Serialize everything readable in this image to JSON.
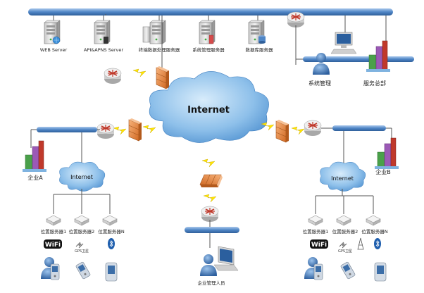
{
  "servers": {
    "web": "WEB Server",
    "api": "API&APNS Server",
    "terminal": "终端数据处理服务器",
    "sysmgmt": "系统管理服务器",
    "database": "数据库服务器"
  },
  "headquarters": {
    "admin_label": "系统管理",
    "hq_label": "服务总部"
  },
  "internet": {
    "main": "Internet",
    "left": "Internet",
    "right": "Internet"
  },
  "enterprise_a": {
    "label": "企业A",
    "pos_servers": [
      "位置服务器1",
      "位置服务器2",
      "位置服务器N"
    ],
    "wifi": "WiFi",
    "gps": "GPS卫星"
  },
  "enterprise_b": {
    "label": "企业B",
    "pos_servers": [
      "位置服务器1",
      "位置服务器2",
      "位置服务器N"
    ],
    "wifi": "WiFi",
    "gps": "GPS卫星"
  },
  "enterprise_manager": {
    "label": "企业管理人员"
  },
  "colors": {
    "backbone": "#5b8fc9",
    "cloud": "#8ec0ea",
    "lightning": "#ffe400",
    "firewall": "#e8863f",
    "router": "#d9d9d9"
  }
}
